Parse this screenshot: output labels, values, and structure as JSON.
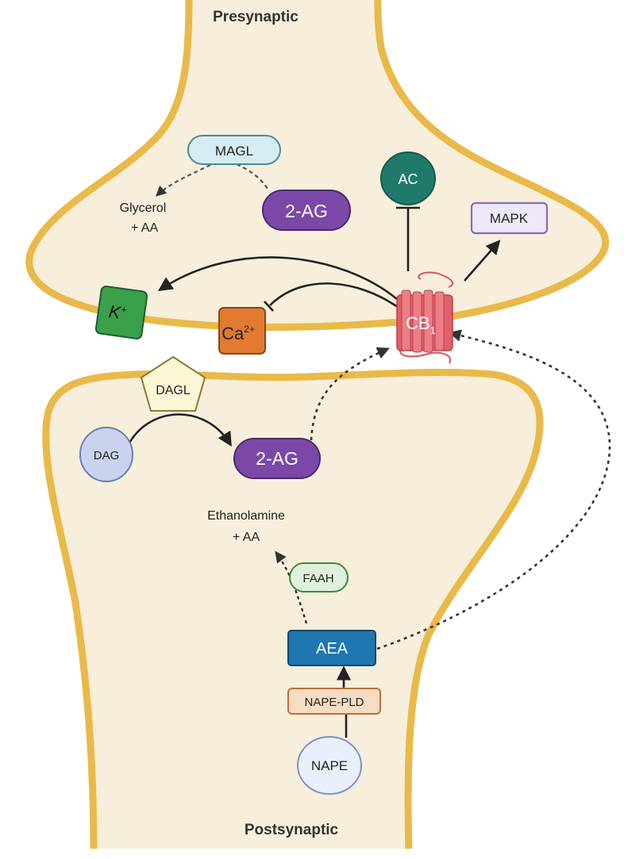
{
  "labels": {
    "presynaptic": "Presynaptic",
    "postsynaptic": "Postsynaptic"
  },
  "presynaptic": {
    "magl": "MAGL",
    "glycerol_line1": "Glycerol",
    "glycerol_line2": "+ AA",
    "two_ag": "2-AG",
    "ac": "AC",
    "mapk": "MAPK",
    "k_plus": "K",
    "k_sup": "+",
    "ca": "Ca",
    "ca_sup": "2+",
    "cb1": "CB",
    "cb1_sub": "1"
  },
  "postsynaptic": {
    "dagl": "DAGL",
    "dag": "DAG",
    "two_ag": "2-AG",
    "ethanolamine_line1": "Ethanolamine",
    "ethanolamine_line2": "+ AA",
    "faah": "FAAH",
    "aea": "AEA",
    "nape_pld": "NAPE-PLD",
    "nape": "NAPE"
  },
  "colors": {
    "membrane": "#e9b949",
    "cytoplasm": "#f7eedb",
    "two_ag": "#7b48a8",
    "ac": "#1f7a6b",
    "k_plus": "#3aa04a",
    "ca": "#e27a30",
    "cb1": "#e0606a",
    "aea": "#1e77b0",
    "magl_fill": "#d6ecf5",
    "mapk_fill": "#efe8f8",
    "faah_fill": "#dff0dc",
    "dag_fill": "#c9d3ee",
    "nape_fill": "#eaf0fb",
    "nape_pld_fill": "#f5dcc2",
    "dagl_fill": "#fbf6d3"
  }
}
